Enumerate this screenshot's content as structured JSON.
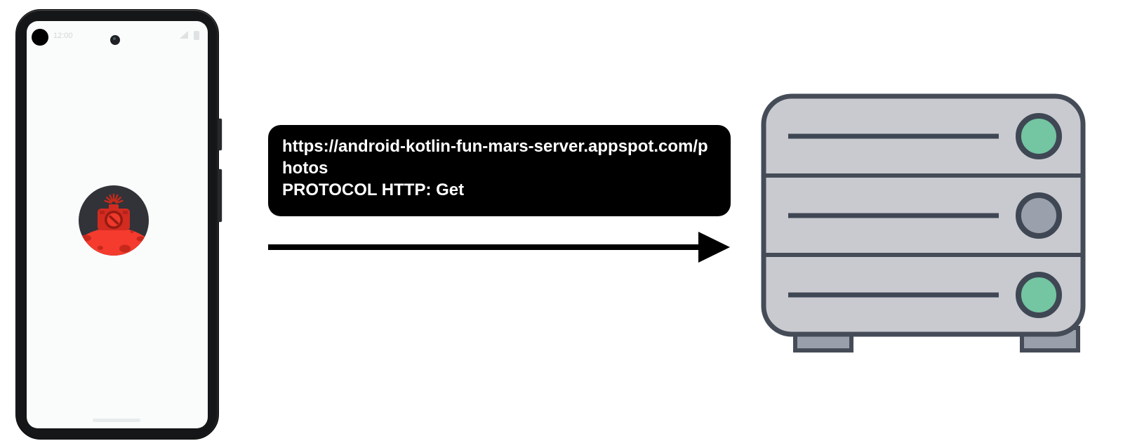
{
  "request_box": {
    "url": "https://android-kotlin-fun-mars-server.appspot.com/photos",
    "protocol_line": "PROTOCOL HTTP: Get",
    "bg_color": "#000000",
    "text_color": "#ffffff"
  },
  "phone": {
    "status_bar": {
      "time": "12:00"
    },
    "app_icon": {
      "name": "mars-photos-camera-icon",
      "sky_color": "#323338",
      "planet_color": "#f43b2e",
      "crater_color": "#c8281c",
      "camera_color": "#d32b20"
    }
  },
  "arrow": {
    "direction": "right",
    "color": "#000000"
  },
  "server": {
    "body_color": "#c9cacf",
    "outline_color": "#454c58",
    "slot_color": "#3f4754",
    "foot_color": "#9aa0ab",
    "indicator_colors": [
      "#74c5a2",
      "#9aa0ac",
      "#74c5a2"
    ]
  }
}
